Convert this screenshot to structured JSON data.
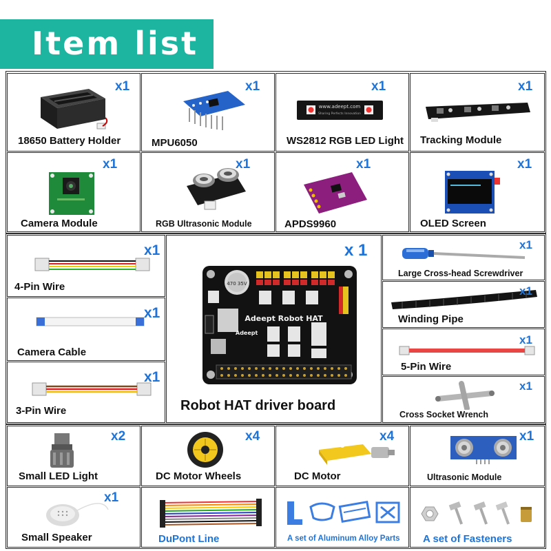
{
  "header": {
    "title": "Item list"
  },
  "items": {
    "battery_holder": {
      "label": "18650 Battery Holder",
      "qty": "x1"
    },
    "mpu6050": {
      "label": "MPU6050",
      "qty": "x1"
    },
    "ws2812": {
      "label": "WS2812 RGB LED Light",
      "qty": "x1",
      "pcb_text": "www.adeept.com",
      "pcb_subtext": "Sharing Perfects Innovation"
    },
    "tracking": {
      "label": "Tracking Module",
      "qty": "x1"
    },
    "camera": {
      "label": "Camera Module",
      "qty": "x1"
    },
    "rgb_ultrasonic": {
      "label": "RGB Ultrasonic Module",
      "qty": "x1"
    },
    "apds9960": {
      "label": "APDS9960",
      "qty": "x1"
    },
    "oled": {
      "label": "OLED Screen",
      "qty": "x1"
    },
    "four_pin": {
      "label": "4-Pin Wire",
      "qty": "x1"
    },
    "camera_cable": {
      "label": "Camera Cable",
      "qty": "x1"
    },
    "three_pin": {
      "label": "3-Pin Wire",
      "qty": "x1"
    },
    "hat": {
      "label": "Robot HAT driver board",
      "qty": "x 1",
      "board_text": "Adeept Robot HAT",
      "brand": "Adeept",
      "cap_text": "470 35V"
    },
    "screwdriver": {
      "label": "Large Cross-head Screwdriver",
      "qty": "x1"
    },
    "winding_pipe": {
      "label": "Winding Pipe",
      "qty": "x1"
    },
    "five_pin": {
      "label": "5-Pin Wire",
      "qty": "x1"
    },
    "wrench": {
      "label": "Cross Socket Wrench",
      "qty": "x1"
    },
    "led_light": {
      "label": "Small LED Light",
      "qty": "x2"
    },
    "wheels": {
      "label": "DC Motor Wheels",
      "qty": "x4"
    },
    "dc_motor": {
      "label": "DC Motor",
      "qty": "x4"
    },
    "ultrasonic": {
      "label": "Ultrasonic Module",
      "qty": "x1"
    },
    "speaker": {
      "label": "Small Speaker",
      "qty": "x1"
    },
    "dupont": {
      "label": "DuPont Line"
    },
    "alu_parts": {
      "label": "A set of Aluminum Alloy Parts"
    },
    "fasteners": {
      "label": "A set of Fasteners"
    }
  }
}
